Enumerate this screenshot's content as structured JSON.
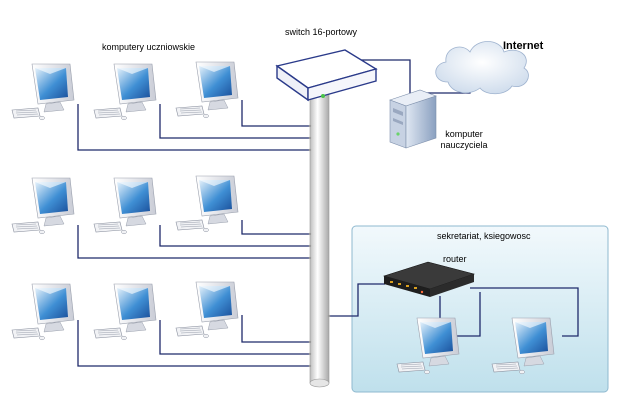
{
  "labels": {
    "students": "komputery uczniowskie",
    "switch": "switch 16-portowy",
    "internet": "Internet",
    "teacher_line1": "komputer",
    "teacher_line2": "nauczyciela",
    "office": "sekretariat, ksiegowosc",
    "router": "router"
  },
  "colors": {
    "cable": "#1f2a6b",
    "office_zone": "#cfe7f1",
    "office_border": "#8fb9cf",
    "switch_body": "#ffffff",
    "switch_outline": "#2a3a8a",
    "router_body": "#2b2b2b",
    "pipe": "#e8e8e8"
  },
  "icons": {
    "student_pc": "crt-computer-icon",
    "teacher_pc": "tower-computer-icon",
    "switch": "network-switch-icon",
    "router": "router-icon",
    "internet": "cloud-icon"
  }
}
